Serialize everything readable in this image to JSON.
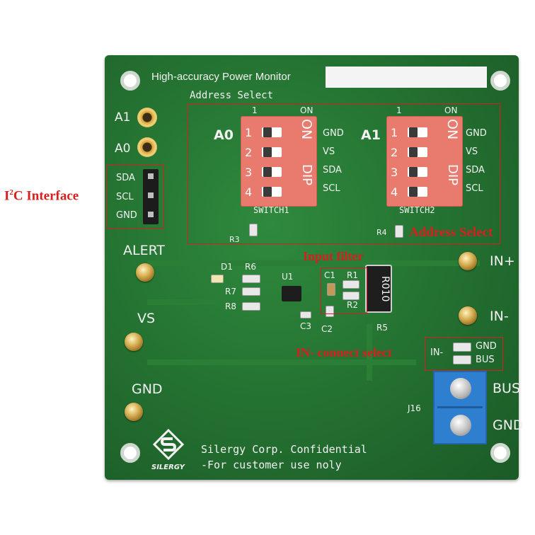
{
  "board": {
    "title": "High-accuracy Power Monitor",
    "address_select_silk": "Address Select",
    "a0_label": "A0",
    "a1_label": "A1",
    "dip_numbers": [
      "1",
      "2",
      "3",
      "4"
    ],
    "dip_on": "ON",
    "dip_dip": "DIP",
    "dip_top_1": "1",
    "dip_top_on": "ON",
    "dip_pin_labels": [
      "GND",
      "VS",
      "SDA",
      "SCL"
    ],
    "switch1": "SWITCH1",
    "switch2": "SWITCH2",
    "header_labels": [
      "SDA",
      "SCL",
      "GND"
    ],
    "pads": [
      "A1",
      "A0"
    ],
    "alert": "ALERT",
    "vs": "VS",
    "gnd": "GND",
    "in_plus": "IN+",
    "in_minus": "IN-",
    "components": {
      "r3": "R3",
      "r4": "R4",
      "d1": "D1",
      "r6": "R6",
      "r7": "R7",
      "r8": "R8",
      "u1": "U1",
      "c1": "C1",
      "r1": "R1",
      "r2": "R2",
      "c3": "C3",
      "c2": "C2",
      "r5": "R5",
      "r5_marking": "R010",
      "j16": "J16"
    },
    "jumper_in": "IN-",
    "jumper_gnd": "GND",
    "jumper_bus": "BUS",
    "terminal_bus": "BUS",
    "terminal_gnd": "GND",
    "logo_text": "SILERGY",
    "footer_line1": "Silergy Corp. Confidential",
    "footer_line2": "-For customer use noly"
  },
  "annotations": {
    "i2c_prefix": "I",
    "i2c_sup": "2",
    "i2c_rest": "C Interface",
    "address_select": "Address Select",
    "input_filter": "Input filter",
    "in_connect_select": "IN- connect select"
  },
  "colors": {
    "pcb": "#236f30",
    "annotation": "#d61f1f",
    "dip_switch": "#e87a6e",
    "terminal_block": "#2f7fd0"
  }
}
